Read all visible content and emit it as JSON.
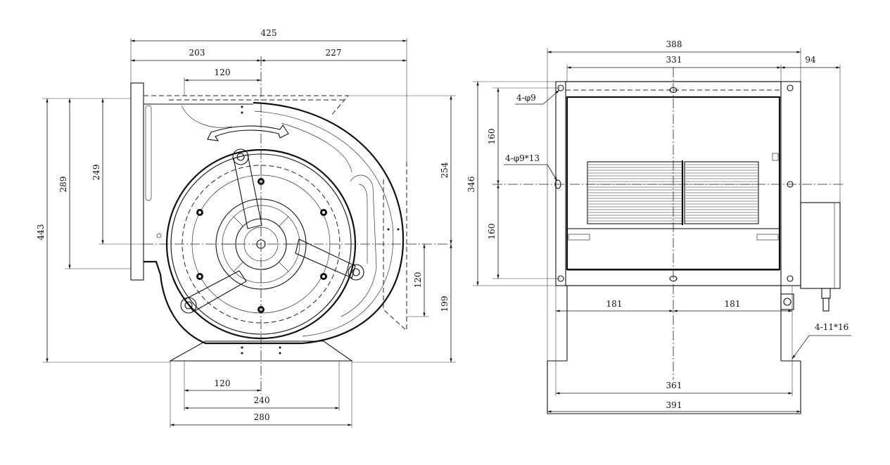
{
  "front_view": {
    "dims": {
      "overall_width": "425",
      "left_width": "203",
      "right_width": "227",
      "top_offset": "120",
      "overall_height": "443",
      "height_289": "289",
      "height_249": "249",
      "height_254": "254",
      "height_120": "120",
      "height_199": "199",
      "base_120": "120",
      "base_240": "240",
      "base_280": "280"
    }
  },
  "side_view": {
    "dims": {
      "overall_width": "388",
      "inner_width": "331",
      "motor_depth": "94",
      "height_346": "346",
      "upper_160": "160",
      "lower_160": "160",
      "half_181_left": "181",
      "half_181_right": "181",
      "base_361": "361",
      "base_391": "391"
    },
    "callouts": {
      "corner_holes": "4-φ9",
      "slot_holes": "4-φ9*13",
      "base_holes": "4-11*16"
    }
  }
}
